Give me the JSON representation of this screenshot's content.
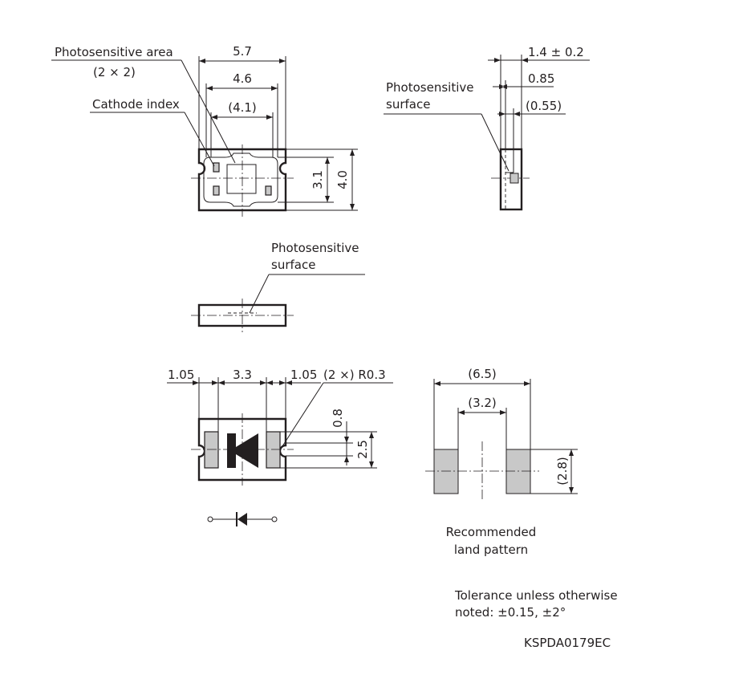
{
  "top_view": {
    "photosensitive_area": "Photosensitive area",
    "area_size": "(2 × 2)",
    "cathode_index": "Cathode index",
    "dim_width_outer": "5.7",
    "dim_width_mid": "4.6",
    "dim_width_inner": "(4.1)",
    "dim_height_inner": "3.1",
    "dim_height_outer": "4.0"
  },
  "side_view": {
    "photosensitive_surface": "Photosensitive surface",
    "dim_thickness": "1.4 ± 0.2",
    "dim_surface": "0.85",
    "dim_inner": "(0.55)"
  },
  "front_view": {
    "photosensitive_surface": "Photosensitive surface"
  },
  "bottom_view": {
    "dim_left": "1.05",
    "dim_center": "3.3",
    "dim_right": "1.05",
    "dim_radius": "(2 ×) R0.3",
    "dim_pad_gap": "0.8",
    "dim_pad_height": "2.5"
  },
  "land_pattern": {
    "dim_total": "(6.5)",
    "dim_gap": "(3.2)",
    "dim_height": "(2.8)",
    "caption": "Recommended land pattern"
  },
  "notes": {
    "tolerance": "Tolerance unless otherwise noted: ±0.15, ±2°",
    "drawing_code": "KSPDA0179EC"
  }
}
